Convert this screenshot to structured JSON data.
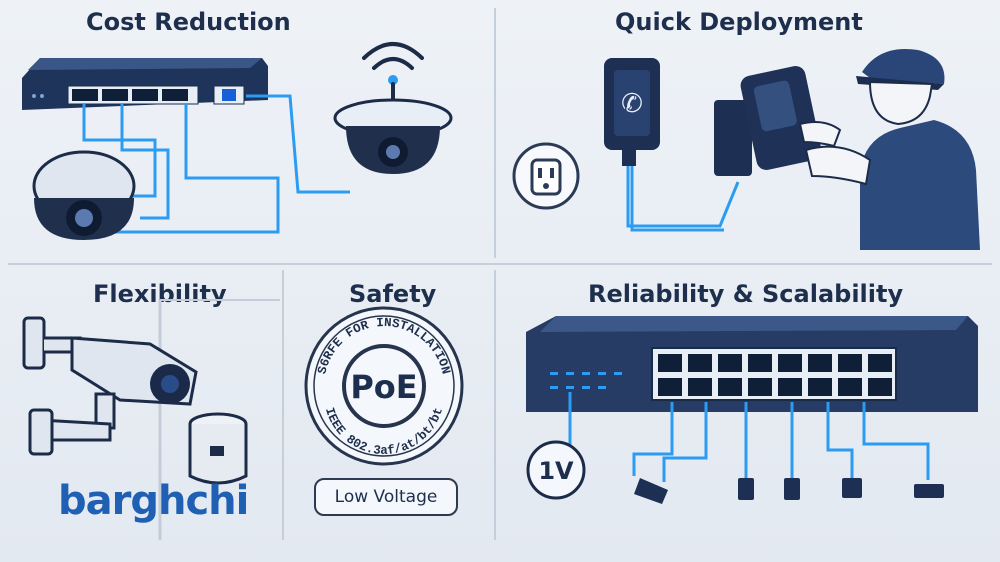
{
  "panels": {
    "cost_reduction": {
      "title": "Cost Reduction"
    },
    "quick_deployment": {
      "title": "Quick Deployment"
    },
    "flexibility": {
      "title": "Flexibility"
    },
    "safety": {
      "title": "Safety",
      "stamp_center": "PoE",
      "stamp_top_text": "S6RFE FOR INSTALLATION",
      "stamp_bottom_text": "IEEE 802.3af/at/bt/bt",
      "badge": "Low Voltage"
    },
    "reliability": {
      "title": "Reliability & Scalability",
      "voltage_label": "1V"
    }
  },
  "watermark": {
    "brand": "barghchi"
  },
  "colors": {
    "cable": "#2b9cf2",
    "navy": "#1e3358",
    "switch": "#2a3f66"
  },
  "icons": [
    "network-switch-icon",
    "dome-camera-icon",
    "wifi-icon",
    "voip-phone-icon",
    "power-outlet-icon",
    "technician-icon",
    "bullet-camera-icon",
    "sensor-icon",
    "stamp-icon",
    "ethernet-plug-icon"
  ]
}
